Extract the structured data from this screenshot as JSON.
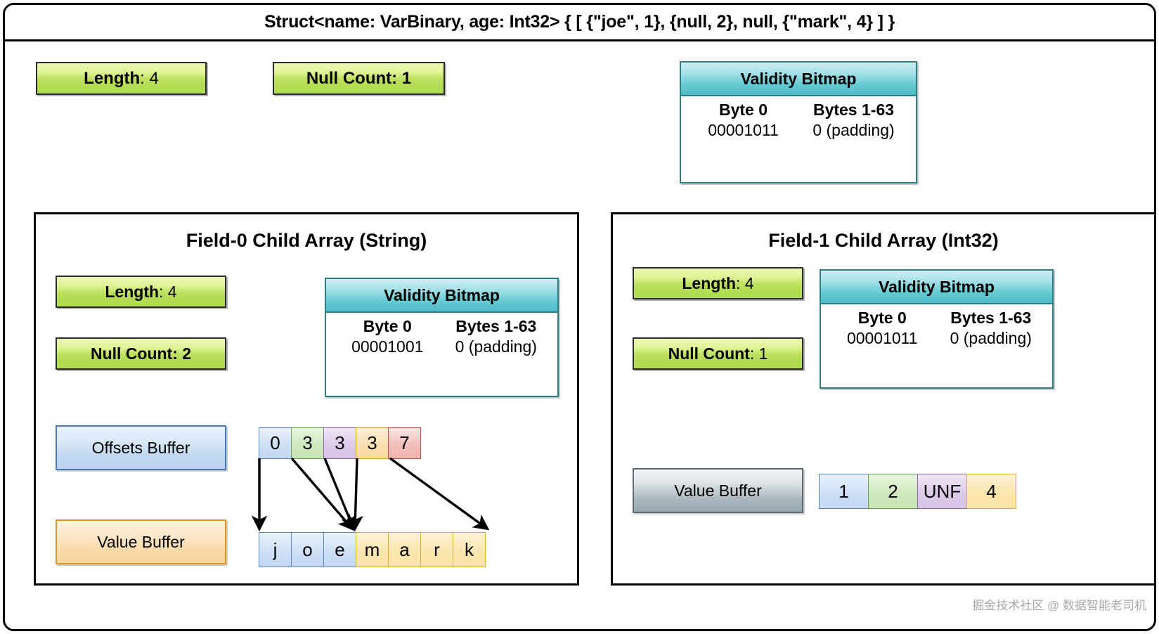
{
  "title": "Struct<name: VarBinary, age: Int32> { [ {\"joe\", 1}, {null, 2}, null, {\"mark\", 4} ] }",
  "top_level": {
    "length_label": "Length",
    "length_value": ": 4",
    "null_count_text": "Null Count: 1",
    "validity_bitmap": {
      "header": "Validity Bitmap",
      "col0_header": "Byte 0",
      "col1_header": "Bytes 1-63",
      "col0_value": "00001011",
      "col1_value": "0 (padding)"
    }
  },
  "field0": {
    "title": "Field-0 Child Array (String)",
    "length_label": "Length",
    "length_value": ": 4",
    "null_count_text": "Null Count: 2",
    "validity_bitmap": {
      "header": "Validity Bitmap",
      "col0_header": "Byte 0",
      "col1_header": "Bytes 1-63",
      "col0_value": "00001001",
      "col1_value": "0 (padding)"
    },
    "offsets_buffer_label": "Offsets Buffer",
    "value_buffer_label": "Value Buffer",
    "offsets": [
      {
        "text": "0",
        "color": "c-blue"
      },
      {
        "text": "3",
        "color": "c-green"
      },
      {
        "text": "3",
        "color": "c-purple"
      },
      {
        "text": "3",
        "color": "c-orange"
      },
      {
        "text": "7",
        "color": "c-red"
      }
    ],
    "values": [
      {
        "text": "j",
        "color": "c-blue"
      },
      {
        "text": "o",
        "color": "c-blue"
      },
      {
        "text": "e",
        "color": "c-blue"
      },
      {
        "text": "m",
        "color": "c-yellow"
      },
      {
        "text": "a",
        "color": "c-yellow"
      },
      {
        "text": "r",
        "color": "c-yellow"
      },
      {
        "text": "k",
        "color": "c-yellow"
      }
    ]
  },
  "field1": {
    "title": "Field-1 Child Array (Int32)",
    "length_label": "Length",
    "length_value": ": 4",
    "null_count_label": "Null Count",
    "null_count_value": ": 1",
    "validity_bitmap": {
      "header": "Validity Bitmap",
      "col0_header": "Byte 0",
      "col1_header": "Bytes 1-63",
      "col0_value": "00001011",
      "col1_value": "0 (padding)"
    },
    "value_buffer_label": "Value Buffer",
    "values": [
      {
        "text": "1",
        "color": "c-blue"
      },
      {
        "text": "2",
        "color": "c-green"
      },
      {
        "text": "UNF",
        "color": "c-purple"
      },
      {
        "text": "4",
        "color": "c-yellow"
      }
    ]
  },
  "watermark": "掘金技术社区 @ 数据智能老司机",
  "colors": {
    "green_accent": "#aedc4f",
    "teal_accent": "#4fbcc7",
    "border_dark": "#000000"
  }
}
